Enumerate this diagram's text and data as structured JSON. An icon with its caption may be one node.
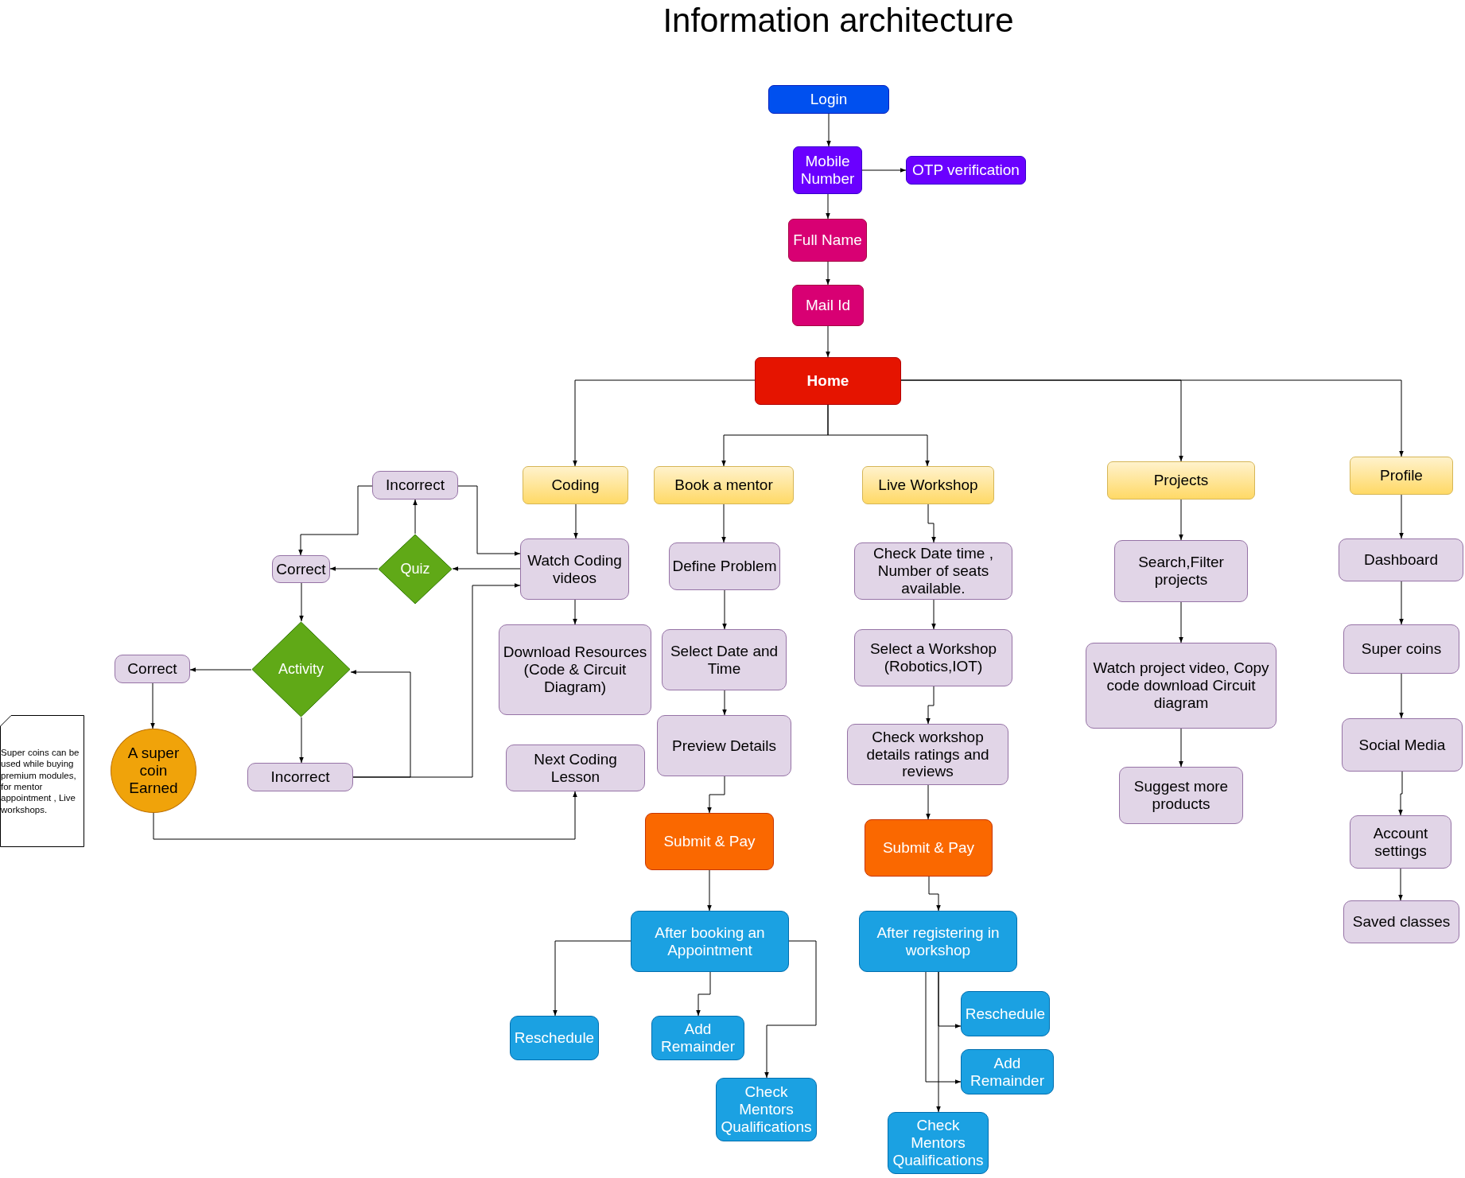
{
  "diagram": {
    "title": "Information architecture",
    "nodes": [
      {
        "text": [
          "Login"
        ]
      },
      {
        "text": [
          "Mobile Number"
        ]
      },
      {
        "text": [
          "OTP verification"
        ]
      },
      {
        "text": [
          "Full Name"
        ]
      },
      {
        "text": [
          "Mail Id"
        ]
      },
      {
        "text": [
          "Home"
        ]
      },
      {
        "text": [
          "Coding"
        ]
      },
      {
        "text": [
          "Book a mentor"
        ]
      },
      {
        "text": [
          "Live Workshop"
        ]
      },
      {
        "text": [
          "Projects"
        ]
      },
      {
        "text": [
          "Profile"
        ]
      },
      {
        "text": [
          "Watch Coding videos"
        ]
      },
      {
        "text": [
          "Download Resources (Code & Circuit Diagram)"
        ]
      },
      {
        "text": [
          "Next Coding Lesson"
        ]
      },
      {
        "text": [
          "Incorrect"
        ]
      },
      {
        "text": [
          "Quiz"
        ]
      },
      {
        "text": [
          "Correct"
        ]
      },
      {
        "text": [
          "Activity"
        ]
      },
      {
        "text": [
          "Correct"
        ]
      },
      {
        "text": [
          "Incorrect"
        ]
      },
      {
        "text": [
          "A super coin Earned"
        ]
      },
      {
        "text": [
          "Super coins can be used while buying premium modules, for mentor appointment , Live workshops."
        ]
      },
      {
        "text": [
          "Define Problem"
        ]
      },
      {
        "text": [
          "Select Date and Time"
        ]
      },
      {
        "text": [
          "Preview Details"
        ]
      },
      {
        "text": [
          "Submit & Pay"
        ]
      },
      {
        "text": [
          "After booking an Appointment"
        ]
      },
      {
        "text": [
          "Reschedule"
        ]
      },
      {
        "text": [
          "Add Remainder"
        ]
      },
      {
        "text": [
          "Check Mentors Qualifications"
        ]
      },
      {
        "text": [
          "Check Date time , Number of seats available."
        ]
      },
      {
        "text": [
          "Select a Workshop (Robotics,IOT)"
        ]
      },
      {
        "text": [
          "Check workshop details ratings and reviews"
        ]
      },
      {
        "text": [
          "Submit & Pay"
        ]
      },
      {
        "text": [
          "After registering in workshop"
        ]
      },
      {
        "text": [
          "Reschedule"
        ]
      },
      {
        "text": [
          "Add Remainder"
        ]
      },
      {
        "text": [
          "Check Mentors Qualifications"
        ]
      },
      {
        "text": [
          "Search,Filter projects"
        ]
      },
      {
        "text": [
          "Watch project video, Copy code download Circuit diagram"
        ]
      },
      {
        "text": [
          "Suggest more products"
        ]
      },
      {
        "text": [
          "Dashboard"
        ]
      },
      {
        "text": [
          "Super coins"
        ]
      },
      {
        "text": [
          "Social Media"
        ]
      },
      {
        "text": [
          "Account settings"
        ]
      },
      {
        "text": [
          "Saved classes"
        ]
      }
    ],
    "edges": [
      {
        "from": 0,
        "to": 1,
        "arrow": "to"
      },
      {
        "from": 1,
        "to": 2,
        "arrow": "to"
      },
      {
        "from": 1,
        "to": 3,
        "arrow": "to"
      },
      {
        "from": 3,
        "to": 4,
        "arrow": "to"
      },
      {
        "from": 4,
        "to": 5,
        "arrow": "to"
      },
      {
        "from": 5,
        "to": 6,
        "arrow": "to"
      },
      {
        "from": 5,
        "to": 7,
        "arrow": "to"
      },
      {
        "from": 5,
        "to": 8,
        "arrow": "to"
      },
      {
        "from": 5,
        "to": 9,
        "arrow": "to"
      },
      {
        "from": 5,
        "to": 10,
        "arrow": "to"
      },
      {
        "from": 6,
        "to": 11,
        "arrow": "to"
      },
      {
        "from": 11,
        "to": 12,
        "arrow": "to"
      },
      {
        "from": 11,
        "to": 15,
        "arrow": "to"
      },
      {
        "from": 15,
        "to": 14,
        "arrow": "to"
      },
      {
        "from": 15,
        "to": 16,
        "arrow": "to"
      },
      {
        "from": 14,
        "to": 16,
        "arrow": "to"
      },
      {
        "from": 14,
        "to": 11,
        "arrow": "to"
      },
      {
        "from": 16,
        "to": 17,
        "arrow": "to"
      },
      {
        "from": 17,
        "to": 18,
        "arrow": "to"
      },
      {
        "from": 17,
        "to": 19,
        "arrow": "to"
      },
      {
        "from": 18,
        "to": 20,
        "arrow": "to"
      },
      {
        "from": 19,
        "to": 17,
        "arrow": "to"
      },
      {
        "from": 19,
        "to": 11,
        "arrow": "to"
      },
      {
        "from": 20,
        "to": 13,
        "arrow": "to"
      },
      {
        "from": 7,
        "to": 22,
        "arrow": "to"
      },
      {
        "from": 22,
        "to": 23,
        "arrow": "to"
      },
      {
        "from": 23,
        "to": 24,
        "arrow": "to"
      },
      {
        "from": 24,
        "to": 25,
        "arrow": "to"
      },
      {
        "from": 25,
        "to": 26,
        "arrow": "to"
      },
      {
        "from": 26,
        "to": 27,
        "arrow": "to"
      },
      {
        "from": 26,
        "to": 28,
        "arrow": "to"
      },
      {
        "from": 26,
        "to": 29,
        "arrow": "to"
      },
      {
        "from": 8,
        "to": 30,
        "arrow": "to"
      },
      {
        "from": 30,
        "to": 31,
        "arrow": "to"
      },
      {
        "from": 31,
        "to": 32,
        "arrow": "to"
      },
      {
        "from": 32,
        "to": 33,
        "arrow": "to"
      },
      {
        "from": 33,
        "to": 34,
        "arrow": "to"
      },
      {
        "from": 34,
        "to": 35,
        "arrow": "to"
      },
      {
        "from": 34,
        "to": 36,
        "arrow": "to"
      },
      {
        "from": 34,
        "to": 37,
        "arrow": "to"
      },
      {
        "from": 9,
        "to": 38,
        "arrow": "to"
      },
      {
        "from": 38,
        "to": 39,
        "arrow": "to"
      },
      {
        "from": 39,
        "to": 40,
        "arrow": "to"
      },
      {
        "from": 10,
        "to": 41,
        "arrow": "to"
      },
      {
        "from": 41,
        "to": 42,
        "arrow": "to"
      },
      {
        "from": 42,
        "to": 43,
        "arrow": "to"
      },
      {
        "from": 43,
        "to": 44,
        "arrow": "to"
      },
      {
        "from": 44,
        "to": 45,
        "arrow": "to"
      }
    ]
  }
}
